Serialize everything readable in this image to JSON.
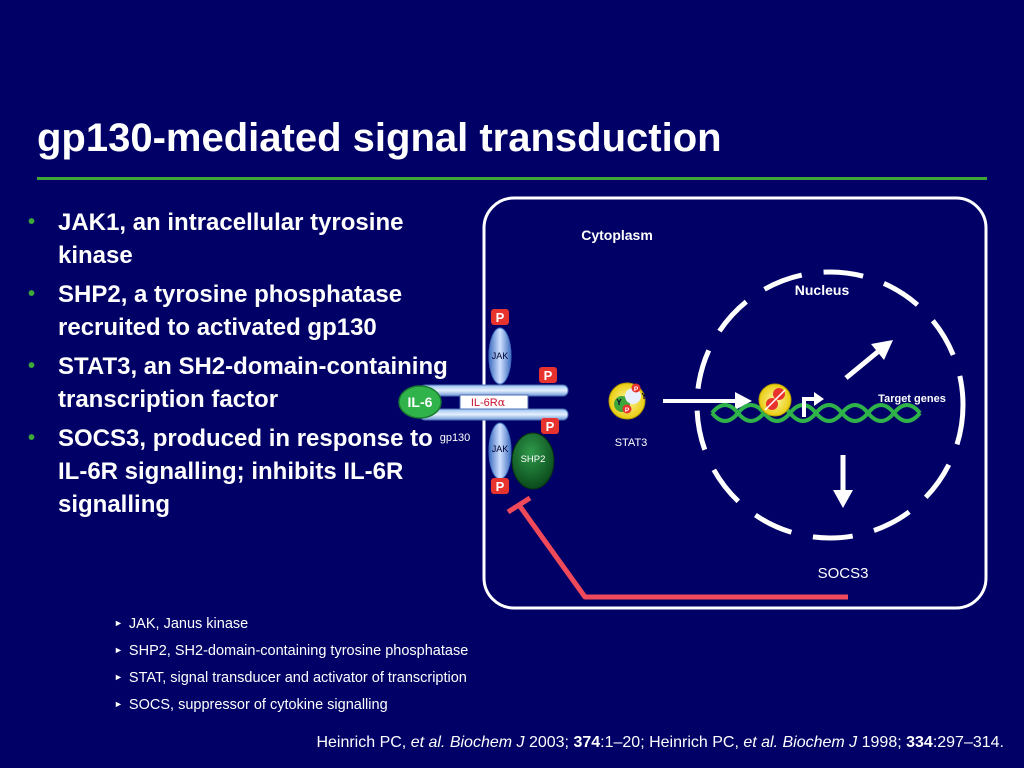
{
  "slide": {
    "title": "gp130-mediated signal transduction",
    "bullets": [
      "JAK1, an intracellular tyrosine kinase",
      "SHP2, a tyrosine phosphatase recruited to activated gp130",
      "STAT3, an SH2-domain-containing transcription factor",
      "SOCS3, produced in response to IL-6R signalling; inhibits IL-6R signalling"
    ],
    "abbreviations": [
      "JAK, Janus kinase",
      "SHP2, SH2-domain-containing tyrosine phosphatase",
      "STAT, signal transducer and activator of transcription",
      "SOCS, suppressor of cytokine signalling"
    ],
    "reference": {
      "a1": "Heinrich PC, ",
      "a2": "et al. Biochem J",
      "a3": " 2003; ",
      "a4": "374",
      "a5": ":1–20; Heinrich PC, ",
      "a6": "et al. Biochem J",
      "a7": " 1998; ",
      "a8": "334",
      "a9": ":297–314."
    }
  },
  "diagram": {
    "cytoplasm": "Cytoplasm",
    "nucleus": "Nucleus",
    "il6": "IL-6",
    "il6r": "IL-6R",
    "il6r_alpha": "α",
    "gp130": "gp130",
    "jak": "JAK",
    "p": "P",
    "y": "Y",
    "shp2": "SHP2",
    "stat3": "STAT3",
    "target_genes": "Target genes",
    "socs3": "SOCS3"
  },
  "colors": {
    "background": "#000066",
    "accent_green": "#3fa63a",
    "inhibition_red": "#f04a5a",
    "phospho_red": "#e8322e",
    "il6_green": "#30b34a",
    "dna_green": "#2fb24a",
    "shp2_green": "#0f6b2a",
    "jak_blue": "#7ea6e0"
  }
}
